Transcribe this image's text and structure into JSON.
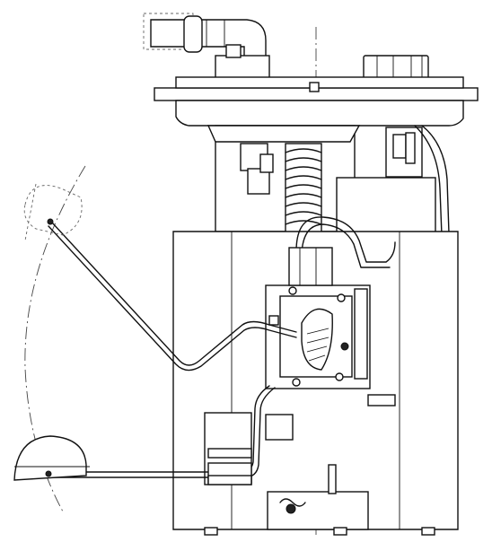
{
  "diagram": {
    "kind": "fuel-pump-module-technical-drawing",
    "background": "#ffffff",
    "line_color": "#111111",
    "parts": [
      "fuel-outlet-elbow",
      "mounting-flange",
      "electrical-connector",
      "pump-housing",
      "coil-spring",
      "reservoir-body",
      "fuel-level-sender",
      "float-arm",
      "float-full-position",
      "float-empty-position",
      "float-swing-arc",
      "centerline"
    ]
  }
}
